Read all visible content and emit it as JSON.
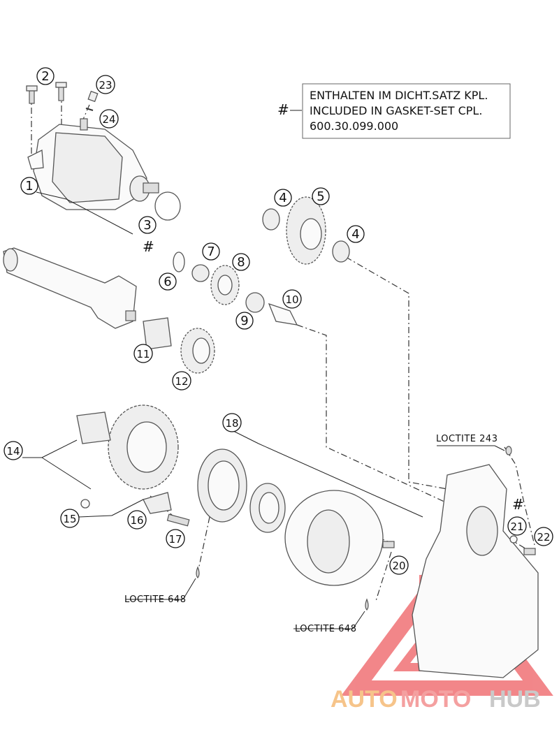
{
  "note": {
    "marker": "#",
    "lines": [
      "ENTHALTEN IM DICHT.SATZ KPL.",
      "INCLUDED IN GASKET-SET CPL.",
      "600.30.099.000"
    ]
  },
  "callouts": [
    "1",
    "2",
    "3",
    "4",
    "4",
    "5",
    "6",
    "7",
    "8",
    "9",
    "10",
    "11",
    "12",
    "14",
    "15",
    "16",
    "17",
    "18",
    "20",
    "21",
    "22",
    "23",
    "24"
  ],
  "hash_marks": [
    "#",
    "#"
  ],
  "loctite_labels": [
    "LOCTITE 243",
    "LOCTITE 648",
    "LOCTITE 648"
  ],
  "watermark": {
    "part1": "AUTO",
    "part2": "MOTO",
    "part3": "HUB",
    "logo_color": "#e8242a",
    "brand_color": "#f5a623"
  }
}
